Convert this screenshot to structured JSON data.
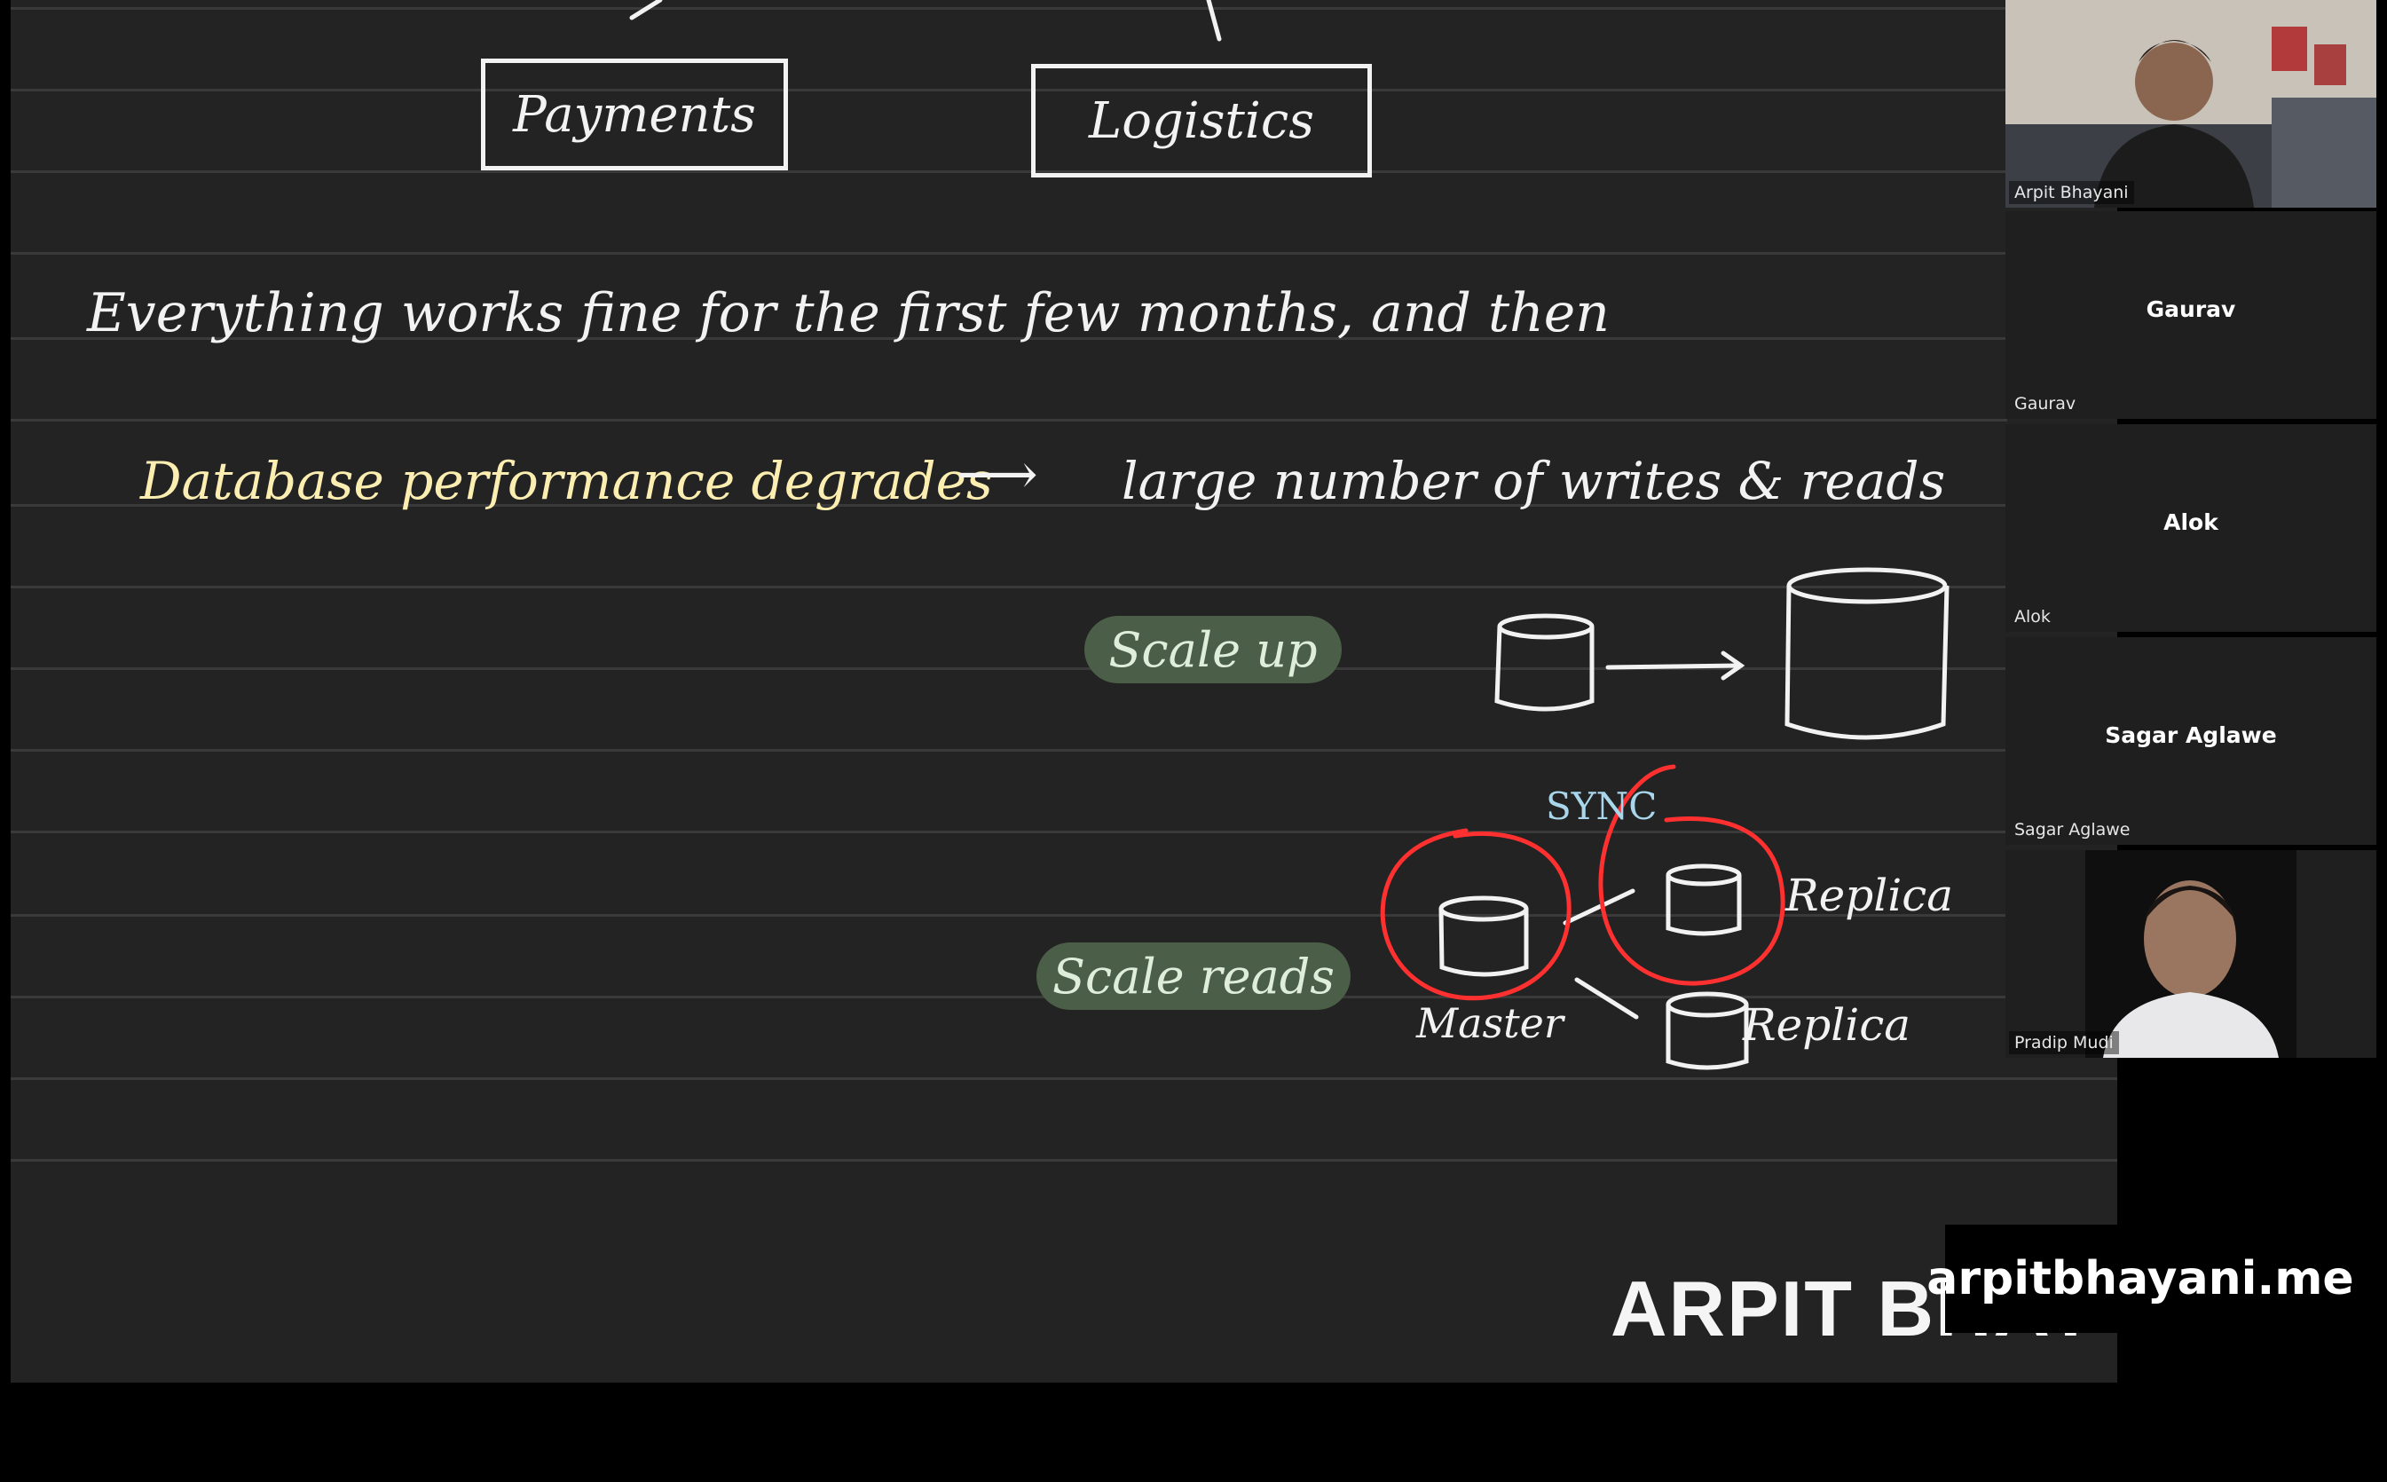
{
  "board": {
    "top_boxes": {
      "payments": "Payments",
      "logistics": "Logistics"
    },
    "line1": "Everything works fine for the first few months, and then",
    "line2": {
      "left": "Database performance degrades",
      "arrow": "⟶",
      "right": "large number of writes & reads"
    },
    "scale_up": "Scale up",
    "scale_reads": "Scale reads",
    "sync": "SYNC",
    "master": "Master",
    "replica_1": "Replica",
    "replica_2": "Replica",
    "brand": "ARPIT BHAYANI",
    "site": "arpitbhayani.me"
  },
  "participants": [
    {
      "name": "Arpit Bhayani",
      "video": true
    },
    {
      "name": "Gaurav",
      "label": "Gaurav",
      "video": false
    },
    {
      "name": "Alok",
      "label": "Alok",
      "video": false
    },
    {
      "name": "Sagar Aglawe",
      "label": "Sagar Aglawe",
      "video": false
    },
    {
      "name": "Pradip Mudi",
      "video": true
    }
  ],
  "colors": {
    "board_bg": "#232323",
    "ink_white": "#f2f2f2",
    "ink_yellow": "#fbeeb0",
    "ink_red": "#ff3030",
    "ink_blue": "#a9d6ea",
    "pill_green": "#4b5e47"
  }
}
